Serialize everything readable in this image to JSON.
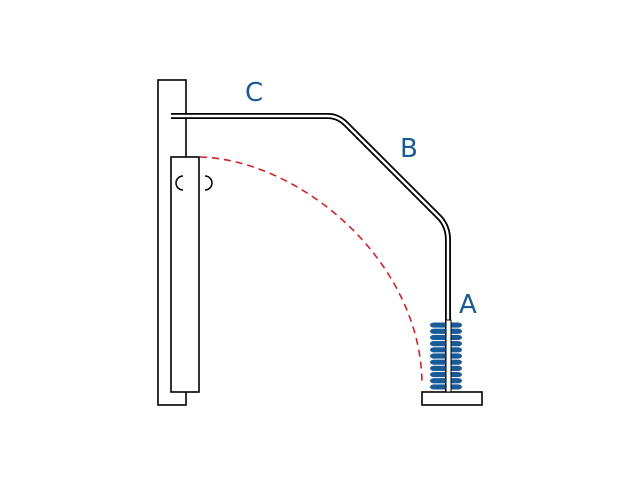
{
  "diagram": {
    "labels": {
      "a": "A",
      "b": "B",
      "c": "C"
    },
    "colors": {
      "outline": "#000000",
      "fill": "#ffffff",
      "label": "#1a5a96",
      "spring": "#1a5a96",
      "swing_path": "#d0202a"
    },
    "icons": {
      "hinge": "hinge-icon",
      "spring": "coil-spring-icon"
    }
  }
}
